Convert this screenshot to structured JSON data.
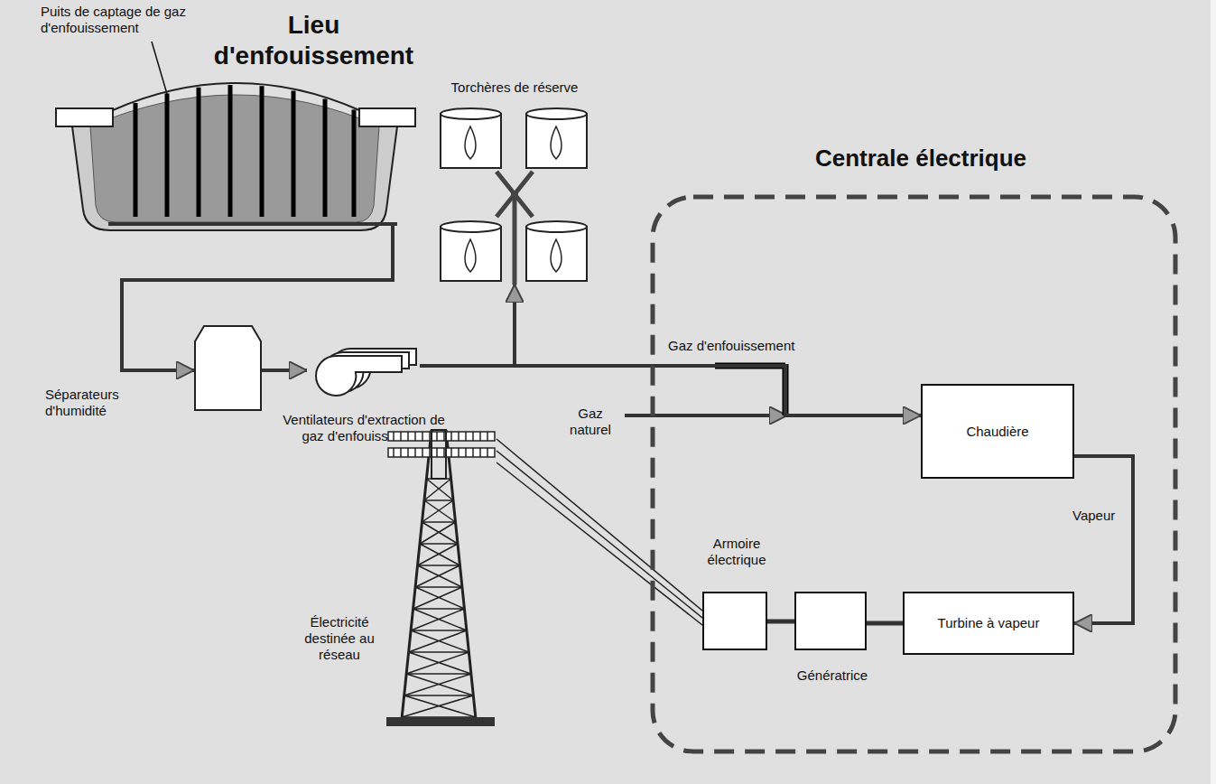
{
  "diagram": {
    "nodes": [
      {
        "text": [
          "Lieu d'enfouissement"
        ]
      },
      {
        "text": [
          "Séparateurs d'humidité"
        ]
      },
      {
        "text": [
          "Ventilateurs d'extraction de gaz d'enfouissement"
        ]
      },
      {
        "text": [
          "Torchères de réserve"
        ]
      },
      {
        "text": [
          "Centrale électrique"
        ]
      },
      {
        "text": [
          "Chaudière"
        ],
        "in": 4
      },
      {
        "text": [
          "Turbine à vapeur"
        ],
        "in": 4
      },
      {
        "text": [
          "Génératrice"
        ],
        "in": 4
      },
      {
        "text": [
          "Armoire électrique"
        ],
        "in": 4
      },
      {
        "text": [
          "Électricité destinée au réseau"
        ]
      }
    ],
    "edges": [
      {
        "from": 0,
        "to": 1,
        "arrow": "to"
      },
      {
        "from": 1,
        "to": 2,
        "arrow": "to"
      },
      {
        "from": 2,
        "to": 3,
        "arrow": "to"
      },
      {
        "from": 2,
        "to": 5,
        "label": "Gaz d'enfouissement",
        "arrow": "to"
      },
      {
        "from": 5,
        "to": 6,
        "label": "Vapeur",
        "arrow": "to"
      },
      {
        "from": 6,
        "to": 7,
        "arrow": "none"
      },
      {
        "from": 7,
        "to": 8,
        "arrow": "none"
      },
      {
        "from": 8,
        "to": 9,
        "arrow": "none"
      }
    ],
    "labels": [
      "Puits de captage de gaz d'enfouissement",
      "Gaz naturel"
    ]
  }
}
